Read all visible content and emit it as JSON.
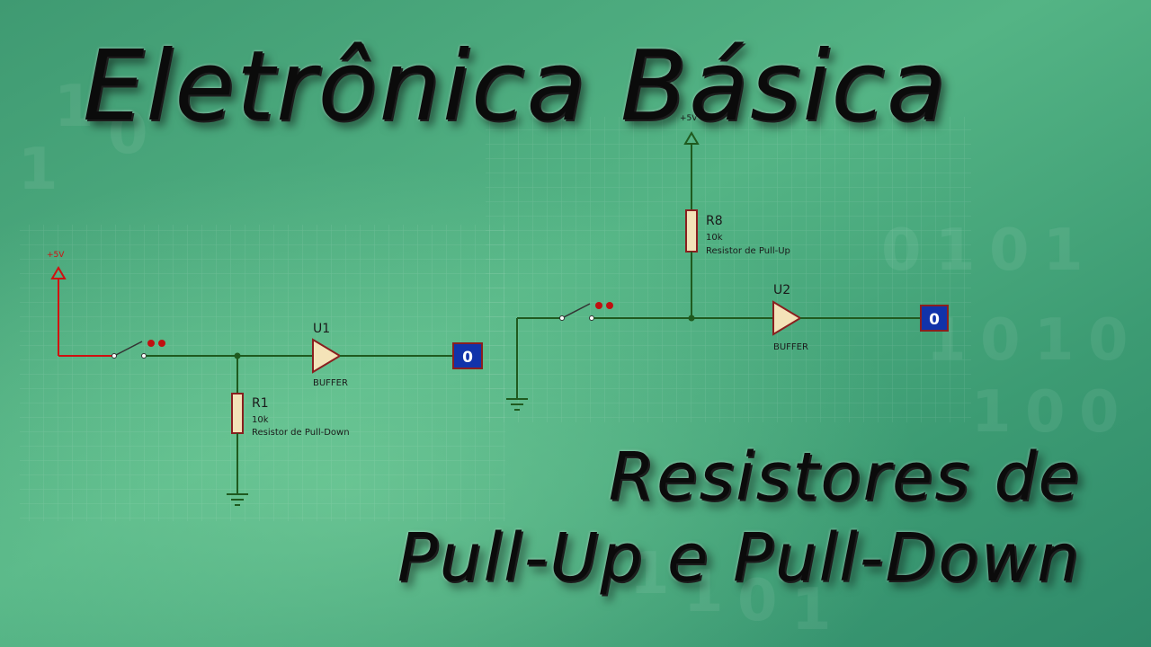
{
  "title": "Eletrônica Básica",
  "subtitle_line1": "Resistores de",
  "subtitle_line2": "Pull-Up e Pull-Down",
  "colors": {
    "background": "#4aa87c",
    "wire_green": "#1f5a1f",
    "wire_red": "#d01010",
    "resistor": "#f4e3b8",
    "logic_probe": "#1133aa"
  },
  "circuit_left": {
    "supply_label": "+5V",
    "resistor_ref": "R1",
    "resistor_value": "10k",
    "resistor_desc": "Resistor de Pull-Down",
    "buffer_ref": "U1",
    "buffer_type": "BUFFER",
    "probe_value": "0"
  },
  "circuit_right": {
    "supply_label": "+5V",
    "resistor_ref": "R8",
    "resistor_value": "10k",
    "resistor_desc": "Resistor de Pull-Up",
    "buffer_ref": "U2",
    "buffer_type": "BUFFER",
    "probe_value": "0"
  }
}
